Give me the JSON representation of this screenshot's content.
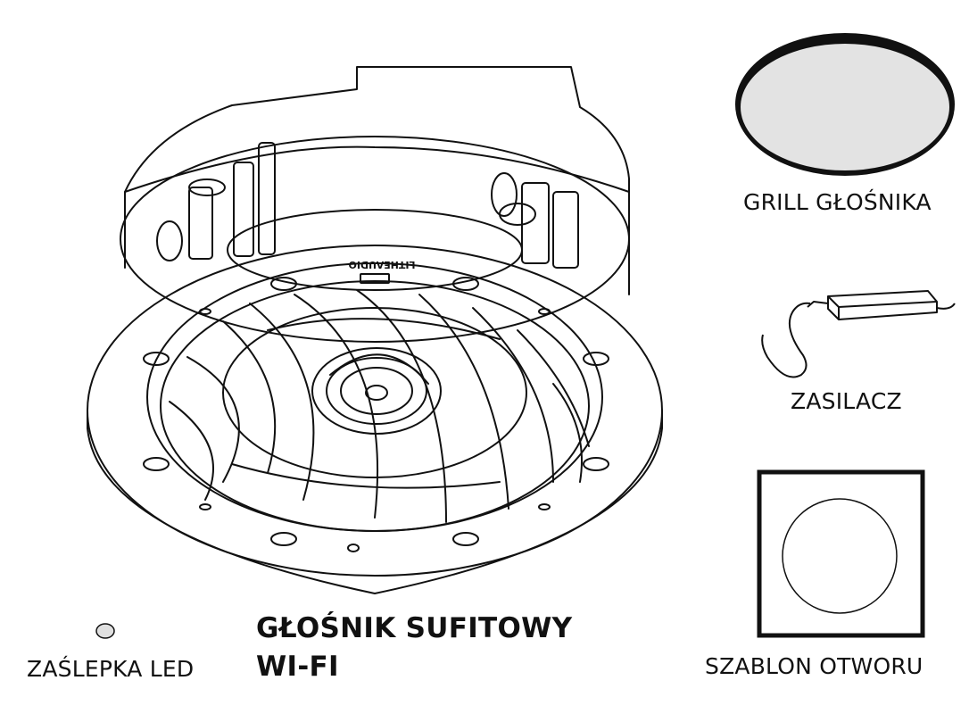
{
  "product": {
    "title_line1": "GŁOŚNIK SUFITOWY",
    "title_line2": "WI-FI",
    "brand_marking": "LITHEAUDIO"
  },
  "components": {
    "grill": {
      "label": "GRILL GŁOŚNIKA"
    },
    "power_supply": {
      "label": "ZASILACZ"
    },
    "template": {
      "label": "SZABLON OTWORU"
    },
    "led_cap": {
      "label": "ZAŚLEPKA LED"
    }
  },
  "colors": {
    "stroke": "#111111",
    "grill_fill": "#e3e3e3",
    "led_fill": "#e0e0e0"
  }
}
